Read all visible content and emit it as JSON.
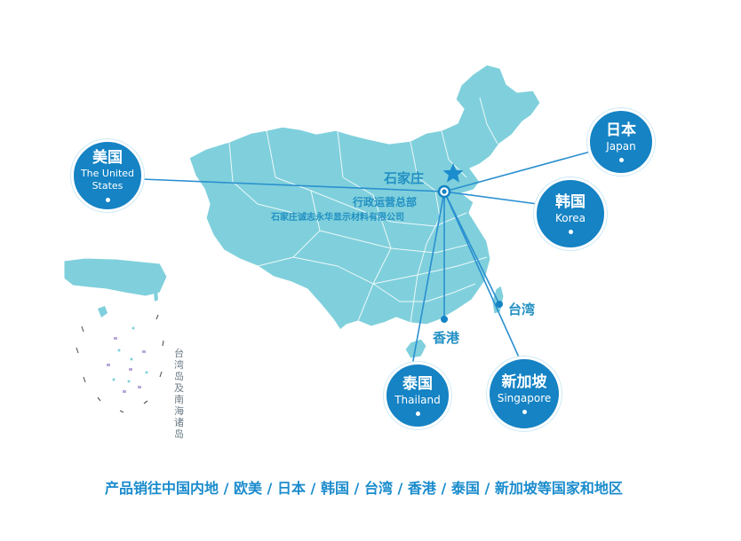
{
  "colors": {
    "land": "#7fd0dc",
    "land_border": "#ffffff",
    "route_line": "#2a8fd0",
    "circle_fill": "#1583c4",
    "label_text": "#2290c3"
  },
  "hq": {
    "city": "石家庄",
    "line1": "行政运营总部",
    "line2": "石家庄诚志永华显示材料有限公司",
    "icon": "star-icon"
  },
  "destinations": [
    {
      "id": "usa",
      "cn": "美国",
      "en": "The United States"
    },
    {
      "id": "japan",
      "cn": "日本",
      "en": "Japan"
    },
    {
      "id": "korea",
      "cn": "韩国",
      "en": "Korea"
    },
    {
      "id": "thailand",
      "cn": "泰国",
      "en": "Thailand"
    },
    {
      "id": "singapore",
      "cn": "新加坡",
      "en": "Singapore"
    }
  ],
  "point_labels": {
    "taiwan": "台湾",
    "hongkong": "香港"
  },
  "inset": {
    "caption": "台湾岛及南海诸岛"
  },
  "footer": "产品销往中国内地 / 欧美 / 日本 / 韩国 / 台湾 / 香港 / 泰国 / 新加坡等国家和地区"
}
